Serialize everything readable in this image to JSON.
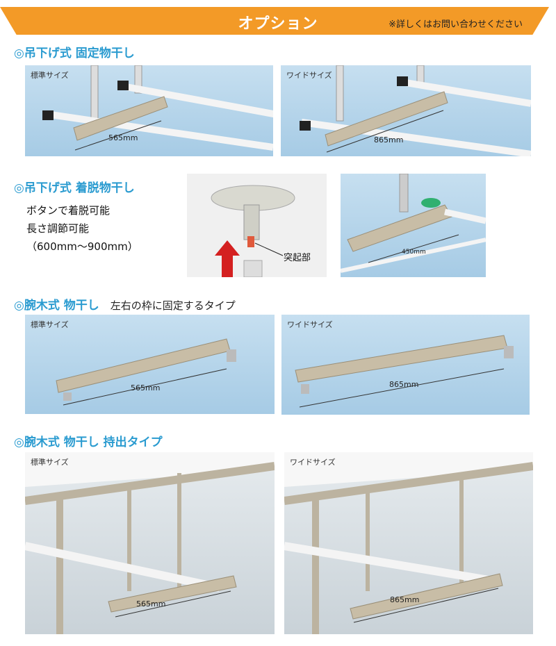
{
  "header": {
    "title": "オプション",
    "note": "※詳しくはお問い合わせください"
  },
  "colors": {
    "accent": "#f39a27",
    "heading": "#2a9bd0",
    "panel": "#b6d6ec"
  },
  "sections": [
    {
      "title": "◎吊下げ式 固定物干し",
      "panels": [
        {
          "label": "標準サイズ",
          "dimension": "565mm"
        },
        {
          "label": "ワイドサイズ",
          "dimension": "865mm"
        }
      ]
    },
    {
      "title": "◎吊下げ式 着脱物干し",
      "lines": [
        "ボタンで着脱可能",
        "長さ調節可能",
        "（600mm～900mm）"
      ],
      "callout": "突起部",
      "photo_dimension": "450mm"
    },
    {
      "title": "◎腕木式 物干し",
      "subtitle": "左右の枠に固定するタイプ",
      "panels": [
        {
          "label": "標準サイズ",
          "dimension": "565mm"
        },
        {
          "label": "ワイドサイズ",
          "dimension": "865mm"
        }
      ]
    },
    {
      "title": "◎腕木式 物干し 持出タイプ",
      "panels": [
        {
          "label": "標準サイズ",
          "dimension": "565mm"
        },
        {
          "label": "ワイドサイズ",
          "dimension": "865mm"
        }
      ]
    }
  ]
}
